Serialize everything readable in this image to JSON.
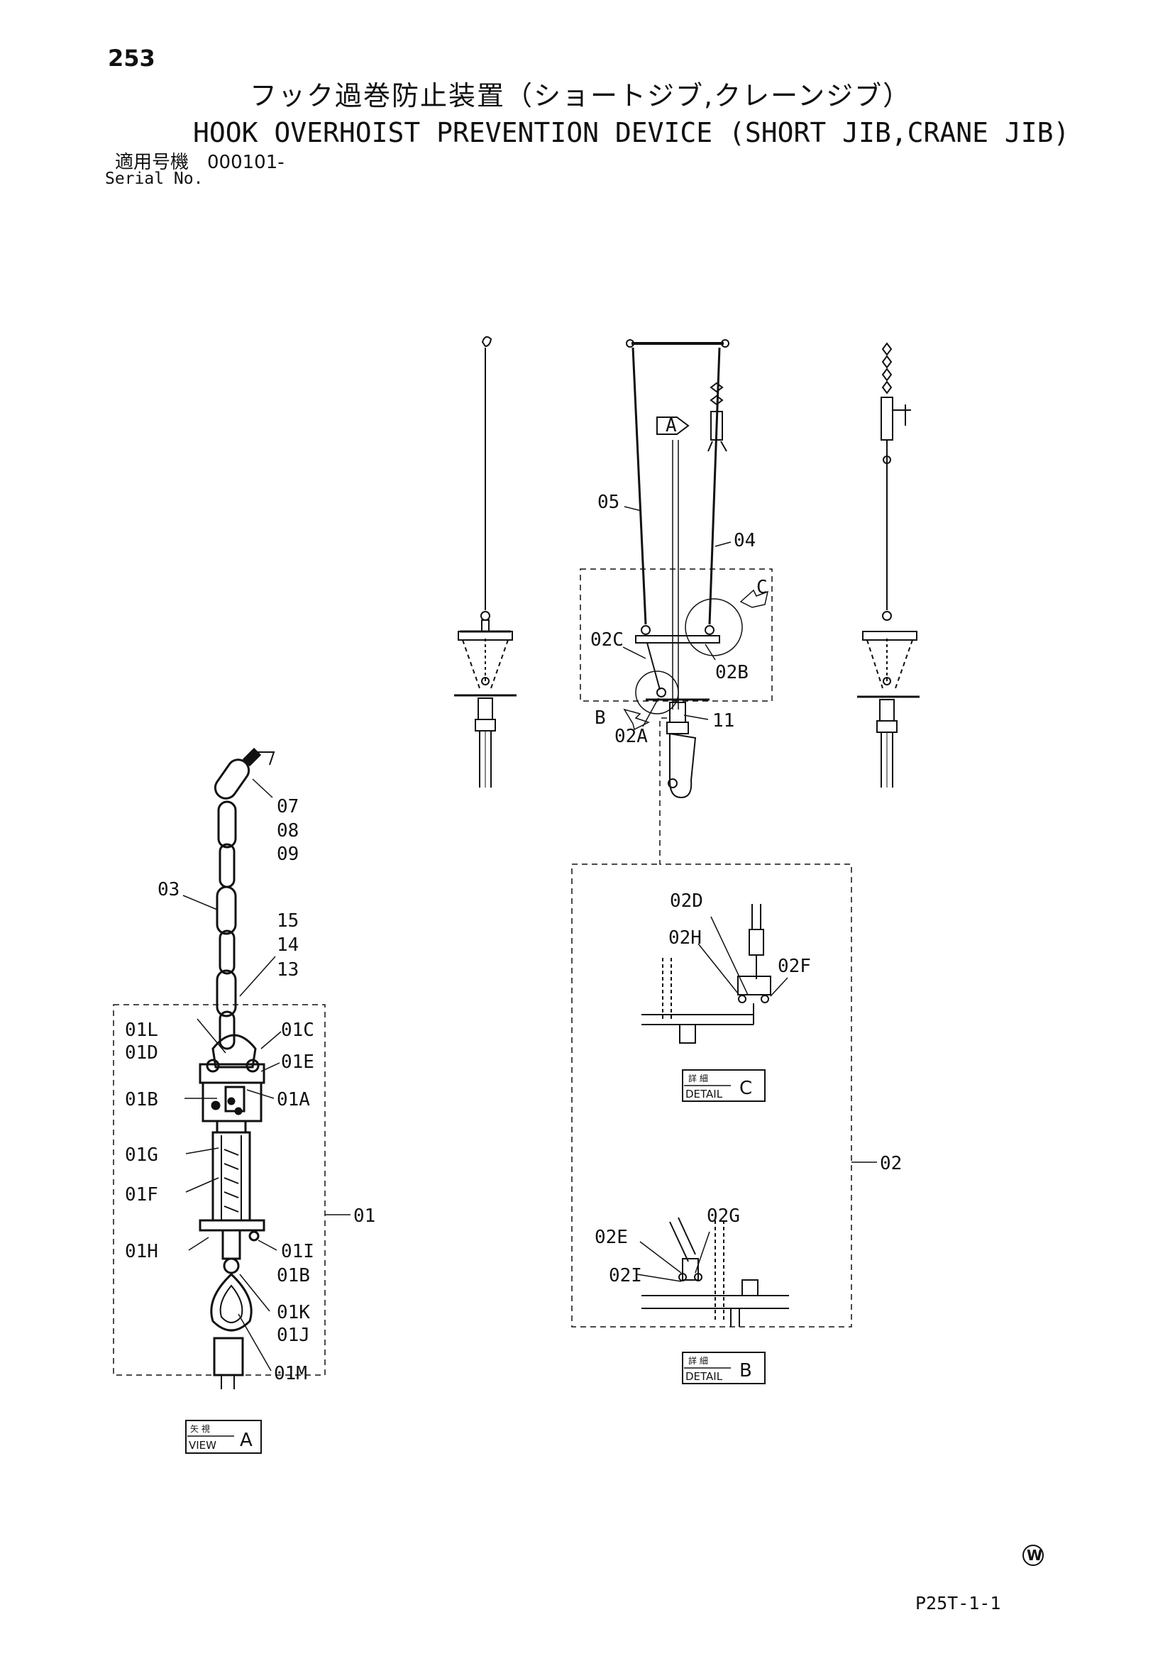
{
  "page_number": "253",
  "title_jp": "フック過巻防止装置（ショートジブ,クレーンジブ）",
  "title_en": "HOOK OVERHOIST PREVENTION DEVICE (SHORT JIB,CRANE JIB)",
  "serial_jp": "適用号機　000101-",
  "serial_en": "Serial No.",
  "page_code": "P25T-1-1",
  "watermark": "W",
  "view_labels": {
    "view_a": {
      "jp": "矢 視",
      "en": "VIEW",
      "letter": "A"
    },
    "detail_c": {
      "jp": "詳 細",
      "en": "DETAIL",
      "letter": "C"
    },
    "detail_b": {
      "jp": "詳 細",
      "en": "DETAIL",
      "letter": "B"
    },
    "arrow_a": "A",
    "callout_b": "B",
    "callout_c": "C"
  },
  "part_labels": {
    "p07": "07",
    "p08": "08",
    "p09": "09",
    "p03": "03",
    "p15": "15",
    "p14": "14",
    "p13": "13",
    "p01L": "01L",
    "p01D": "01D",
    "p01C": "01C",
    "p01E": "01E",
    "p01B": "01B",
    "p01A": "01A",
    "p01G": "01G",
    "p01F": "01F",
    "p01": "01",
    "p01H": "01H",
    "p01I": "01I",
    "p01B2": "01B",
    "p01K": "01K",
    "p01J": "01J",
    "p01M": "01M",
    "p05": "05",
    "p04": "04",
    "p02C": "02C",
    "p02B": "02B",
    "p02A": "02A",
    "p11": "11",
    "p02D": "02D",
    "p02H": "02H",
    "p02F": "02F",
    "p02": "02",
    "p02G": "02G",
    "p02E": "02E",
    "p02I": "02I"
  }
}
